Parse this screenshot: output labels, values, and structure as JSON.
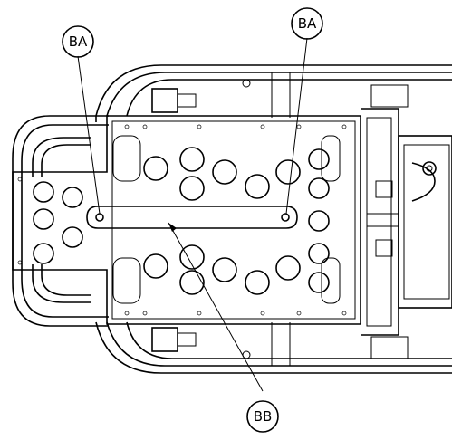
{
  "callouts": [
    {
      "id": "callout-ba-left",
      "label": "BA"
    },
    {
      "id": "callout-ba-right",
      "label": "BA"
    },
    {
      "id": "callout-bb",
      "label": "BB"
    }
  ],
  "colors": {
    "line": "#000000",
    "background": "#ffffff"
  }
}
